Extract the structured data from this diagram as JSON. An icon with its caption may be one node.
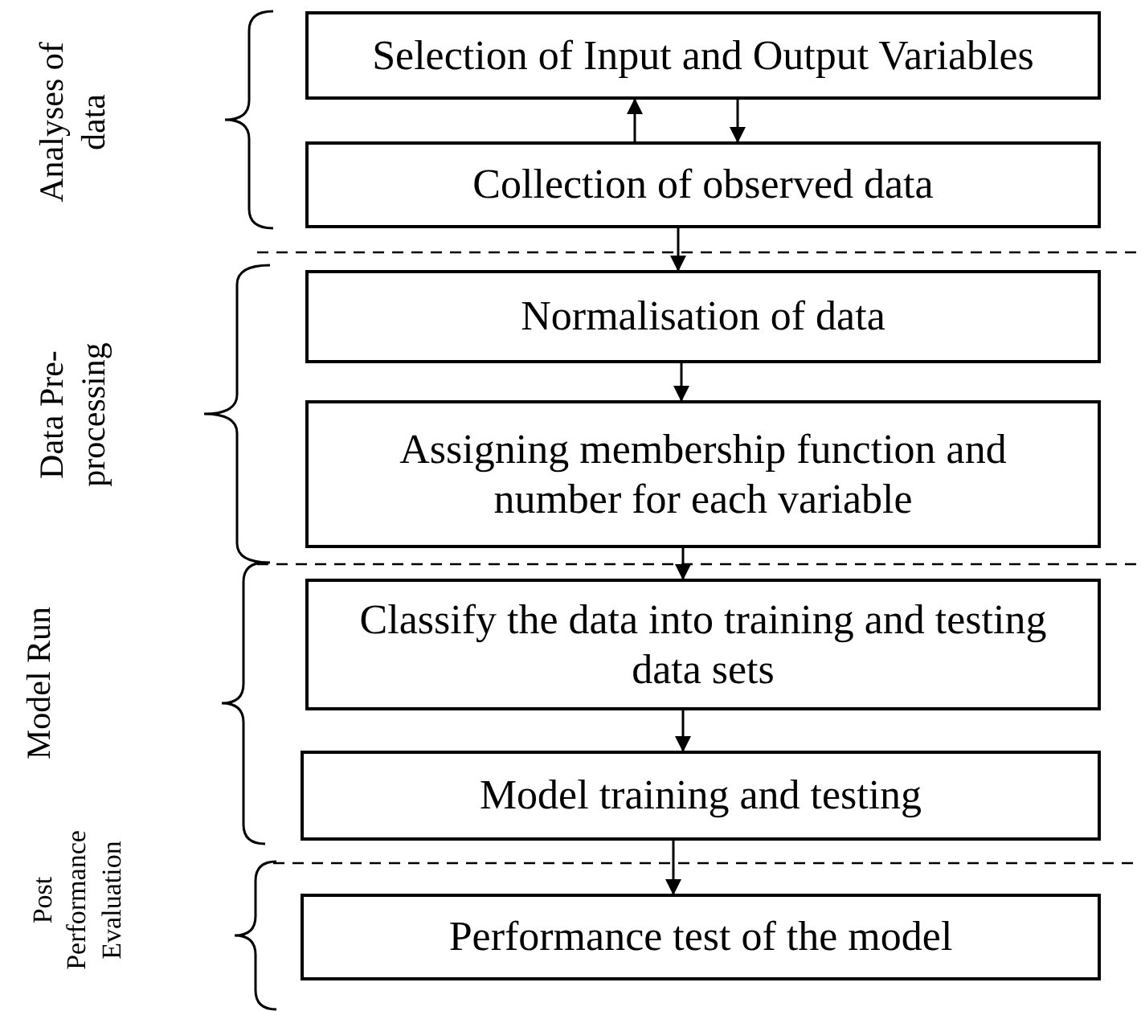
{
  "diagram": {
    "nodes": [
      {
        "text": [
          "Selection of Input and Output Variables"
        ]
      },
      {
        "text": [
          "Collection of observed data"
        ]
      },
      {
        "text": [
          "Normalisation of data"
        ]
      },
      {
        "text": [
          "Assigning membership function and number for each variable"
        ]
      },
      {
        "text": [
          "Classify the data into training and testing data sets"
        ]
      },
      {
        "text": [
          "Model training and testing"
        ]
      },
      {
        "text": [
          "Performance test of the model"
        ]
      }
    ],
    "edges": [
      {
        "from": 1,
        "to": 0,
        "arrow": "to"
      },
      {
        "from": 0,
        "to": 1,
        "arrow": "to"
      },
      {
        "from": 1,
        "to": 2,
        "arrow": "to"
      },
      {
        "from": 2,
        "to": 3,
        "arrow": "to"
      },
      {
        "from": 3,
        "to": 4,
        "arrow": "to"
      },
      {
        "from": 4,
        "to": 5,
        "arrow": "to"
      },
      {
        "from": 5,
        "to": 6,
        "arrow": "to"
      }
    ],
    "labels": [
      "Analyses of data",
      "Data Pre-processing",
      "Model Run",
      "Post Performance Evaluation"
    ]
  }
}
